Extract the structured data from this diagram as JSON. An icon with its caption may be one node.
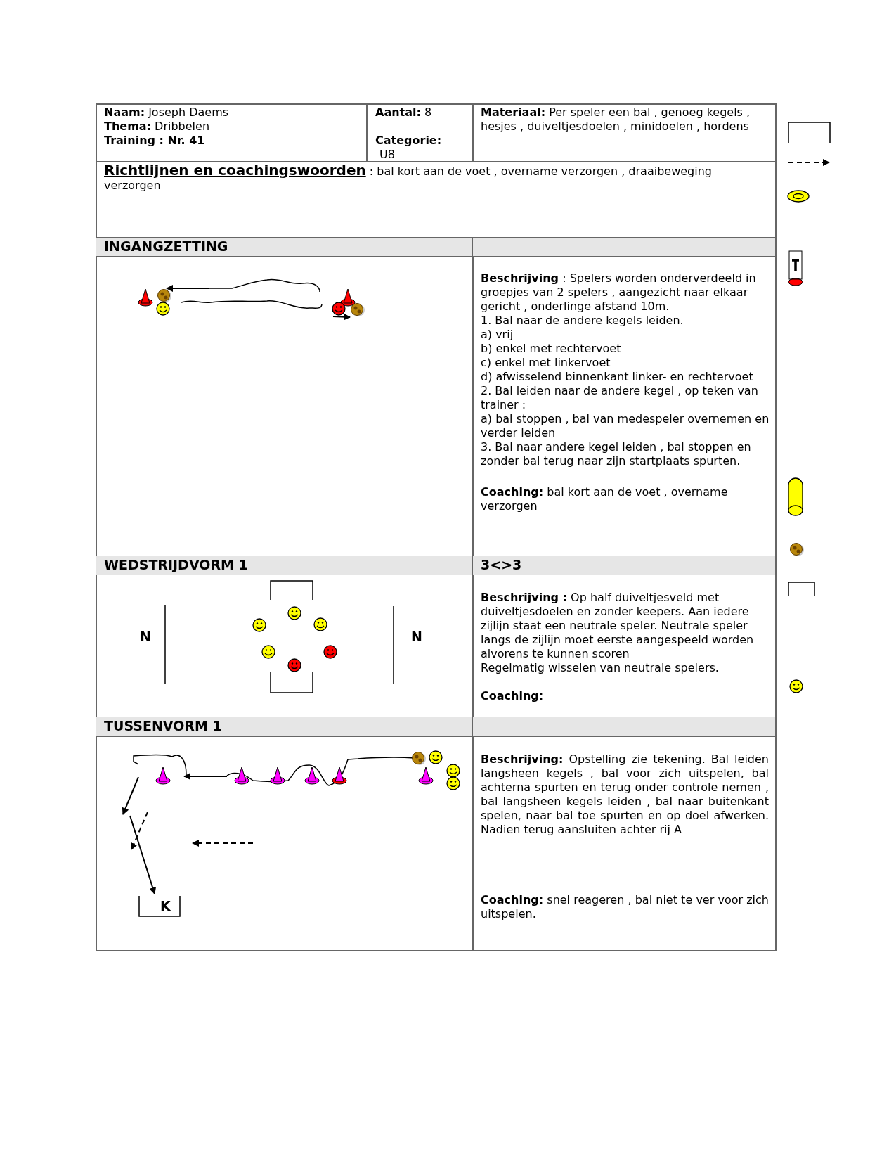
{
  "diagram": {
    "labels": [
      "**Naam:** Joseph Daems",
      "**Thema:** Dribbelen",
      "Training : Nr. 41",
      "**Aantal:** 8",
      "Categorie:",
      "U8",
      "**Materiaal:** Per speler een bal , genoeg kegels , hesjes , duiveltjesdoelen , minidoelen , hordens",
      "Richtlijnen en coachingswoorden",
      ": bal kort aan de voet , overname verzorgen , draaibeweging verzorgen",
      "INGANGZETTING",
      "**Beschrijving** : Spelers worden onderverdeeld in groepjes van 2 spelers , aangezicht naar elkaar gericht , onderlinge  afstand 10m.",
      "1. Bal naar de andere kegels leiden.",
      "a) vrij",
      "b) enkel met rechtervoet",
      "c) enkel met linkervoet",
      "d) afwisselend binnenkant linker- en rechtervoet",
      "2. Bal leiden naar de andere kegel , op teken van trainer :",
      "a) bal stoppen , bal van medespeler overnemen en verder leiden",
      "3. Bal naar andere kegel leiden , bal stoppen en zonder bal terug naar zijn startplaats spurten.",
      "**Coaching:** bal kort aan de voet , overname verzorgen",
      "WEDSTRIJDVORM 1",
      "3<>3",
      "N",
      "N",
      "**Beschrijving :** Op half duiveltjesveld met duiveltjesdoelen en zonder keepers. Aan iedere zijlijn staat een neutrale speler. Neutrale speler langs de zijlijn moet eerste aangespeeld worden alvorens te kunnen scoren",
      "Regelmatig wisselen van neutrale spelers.",
      "Coaching:",
      "TUSSENVORM 1",
      "K",
      "**Beschrijving:** Opstelling zie tekening. Bal leiden langsheen kegels , bal voor zich uitspelen, bal achterna spurten en terug onder controle nemen , bal langsheen kegels leiden , bal naar buitenkant spelen, naar bal toe spurten en op doel afwerken. Nadien terug aansluiten achter rij A",
      "**Coaching:** snel reageren , bal niet te ver voor zich uitspelen."
    ]
  }
}
